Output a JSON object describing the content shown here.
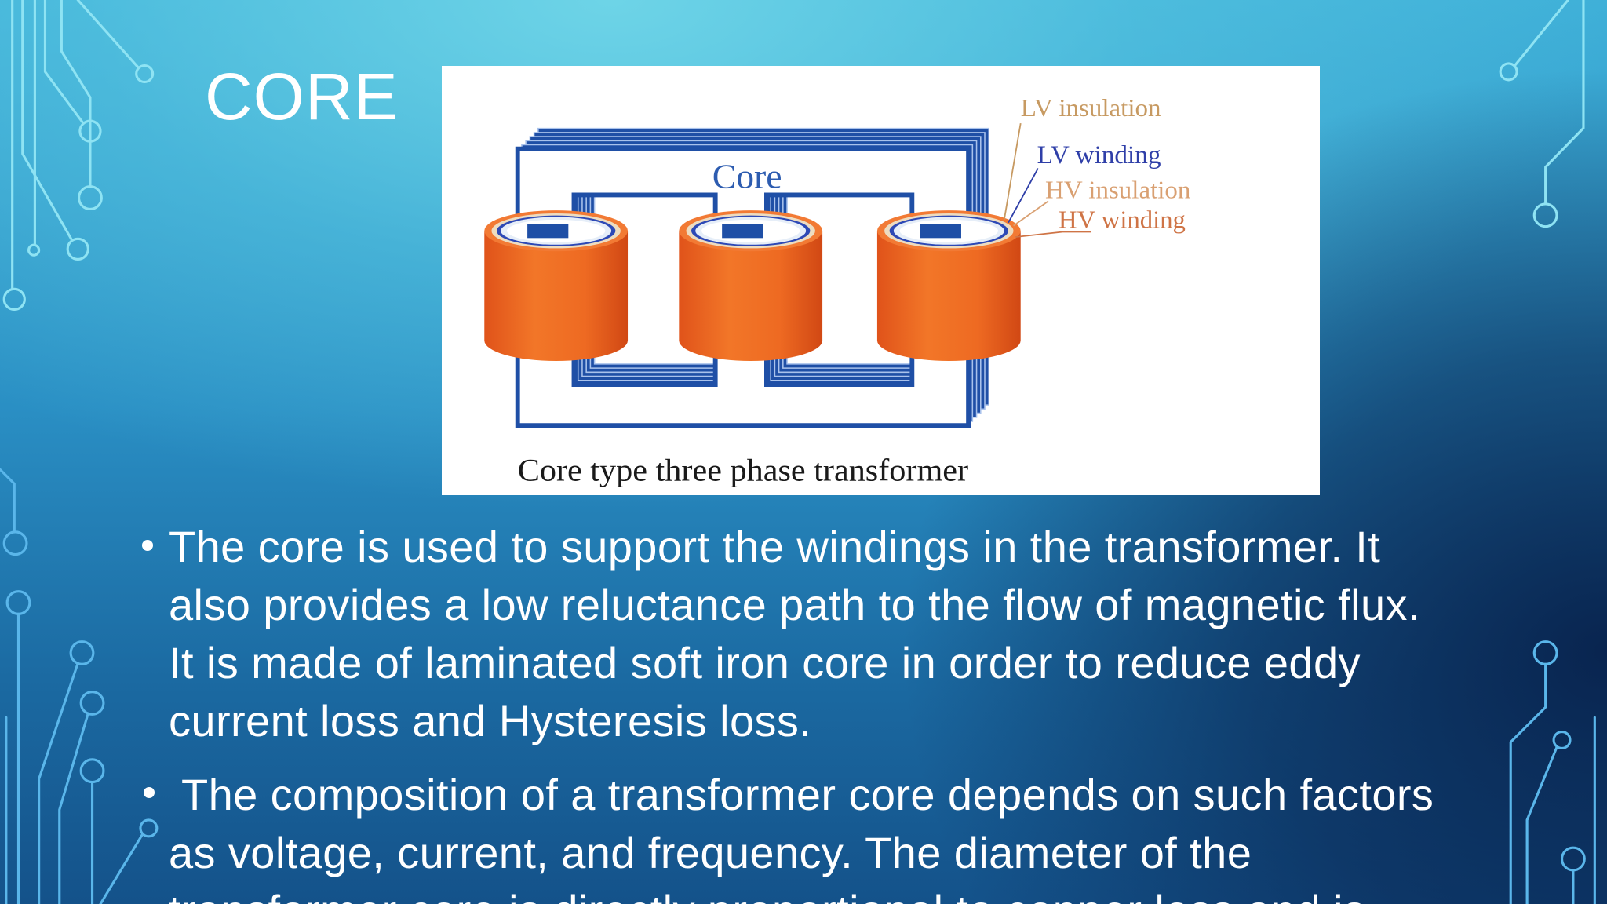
{
  "slide": {
    "title": "CORE",
    "bullets": [
      {
        "lines": [
          "The core is used to support the windings in the transformer. It",
          "also provides a low reluctance path to the flow of magnetic flux.",
          "It is made of laminated soft iron core in order to reduce eddy",
          "current loss and Hysteresis loss."
        ]
      },
      {
        "lines": [
          "The composition of a transformer core depends on such factors",
          "as voltage, current, and frequency. The diameter of the",
          "transformer core is directly proportional to copper loss and is"
        ]
      }
    ]
  },
  "figure": {
    "core_label": "Core",
    "lv_insulation_label": "LV insulation",
    "lv_winding_label": "LV winding",
    "hv_insulation_label": "HV insulation",
    "hv_winding_label": "HV winding",
    "caption": "Core type three phase transformer"
  },
  "colors": {
    "title_text": "#ffffff",
    "body_text": "#ffffff",
    "core_blue": "#1f4fa6",
    "coil_orange": "#f27a34",
    "lv_winding_blue": "#2d49b6",
    "lv_insulation_label": "#c79a62",
    "lv_winding_label": "#2f3fa8",
    "hv_insulation_label": "#d9a072",
    "hv_winding_label": "#cf7446",
    "circuit_trace_light": "#8ee3f3",
    "circuit_trace_dark": "#5ab6ea"
  }
}
